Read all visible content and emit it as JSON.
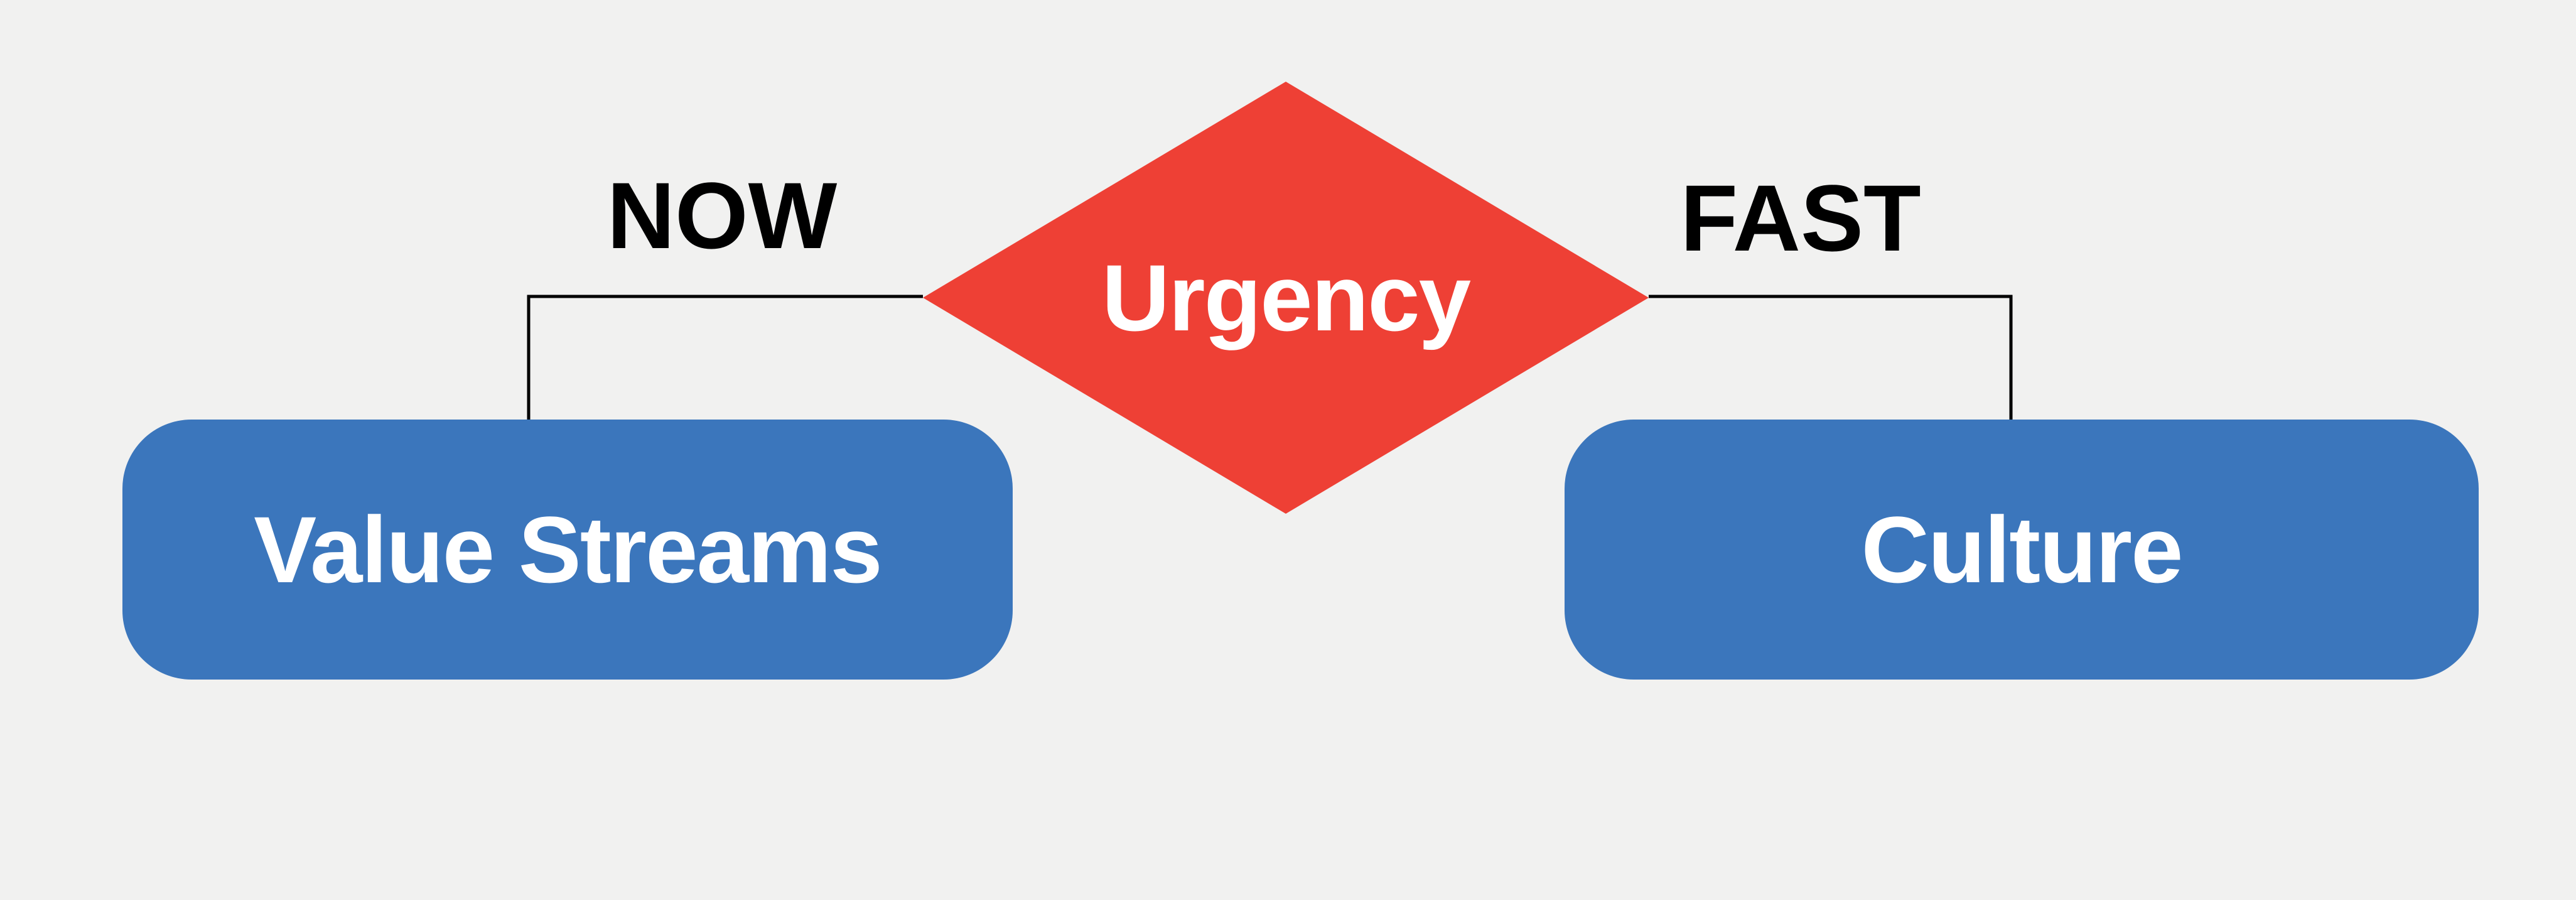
{
  "diagram": {
    "decision_node": {
      "label": "Urgency",
      "shape": "diamond"
    },
    "left_branch": {
      "edge_label": "NOW",
      "node_label": "Value Streams"
    },
    "right_branch": {
      "edge_label": "FAST",
      "node_label": "Culture"
    },
    "colors": {
      "background": "#f1f1f0",
      "diamond_fill": "#ee4035",
      "box_fill": "#3b76bc",
      "node_text": "#ffffff",
      "edge_label_text": "#000000",
      "connector": "#000000"
    }
  }
}
